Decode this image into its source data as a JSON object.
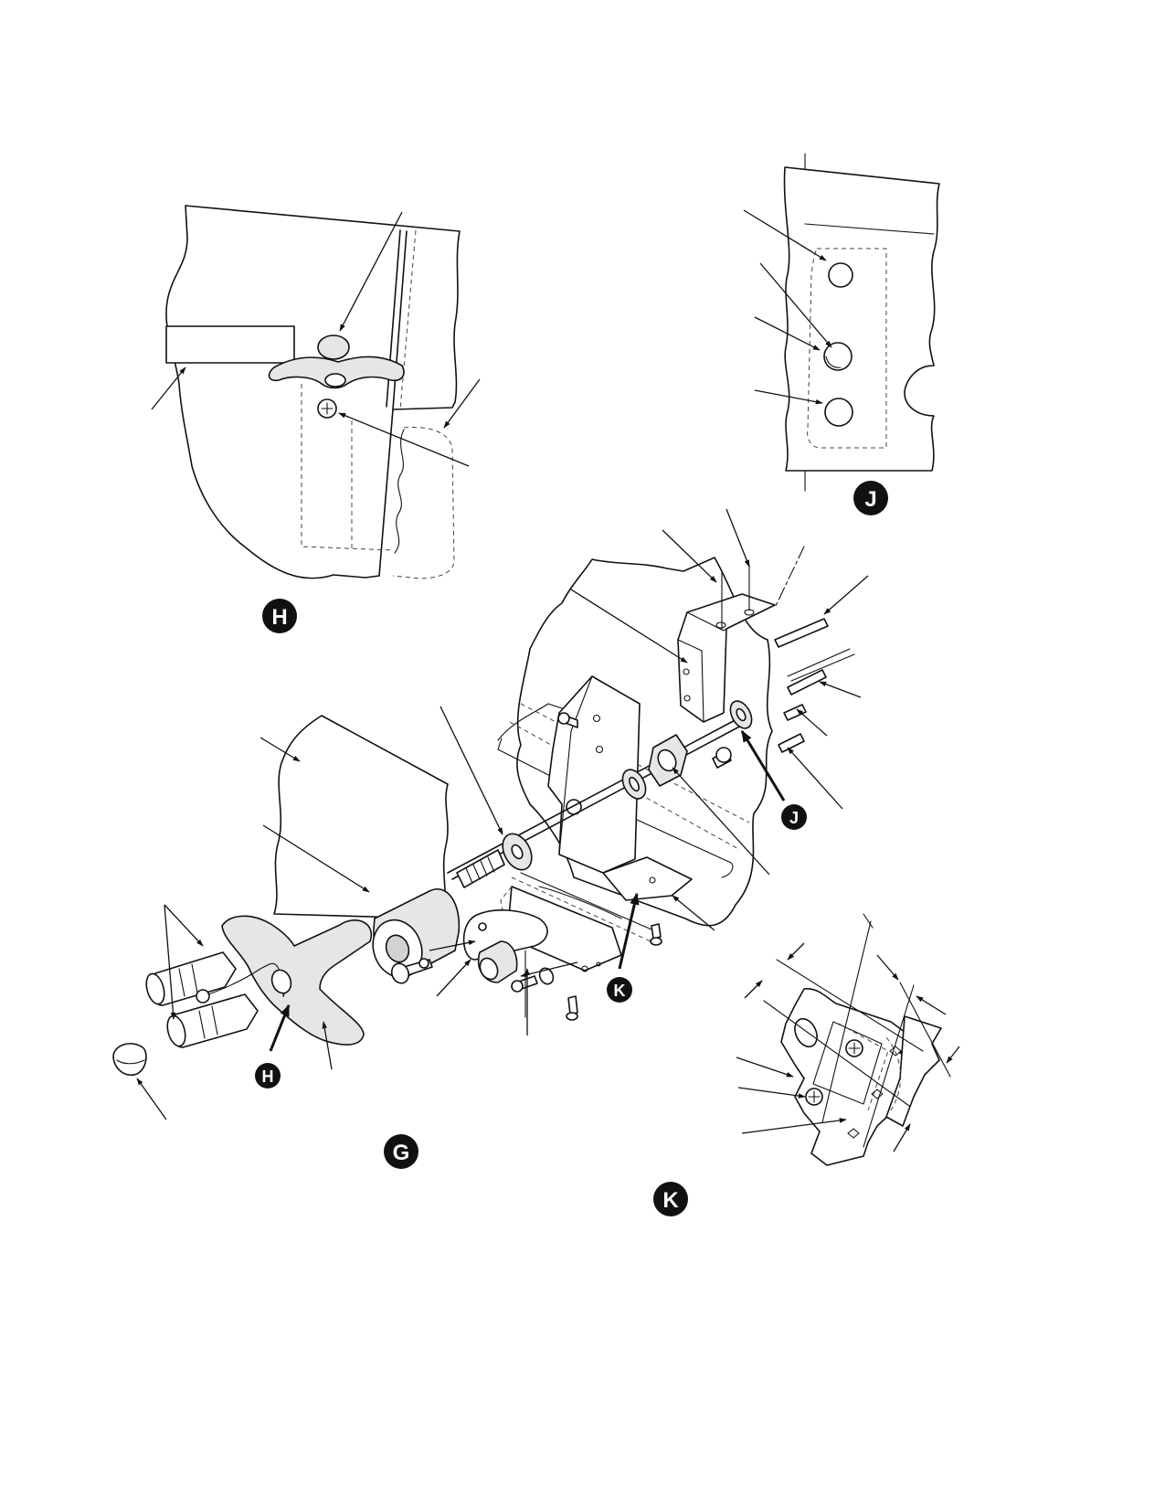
{
  "views": {
    "g": {
      "badge": "G"
    },
    "h": {
      "badge": "H",
      "callout": "H"
    },
    "j": {
      "badge": "J",
      "callout": "J"
    },
    "k": {
      "badge": "K",
      "callout": "K"
    }
  },
  "colors": {
    "ink": "#111111",
    "paper": "#ffffff",
    "part_shade": "#e6e6e6"
  }
}
